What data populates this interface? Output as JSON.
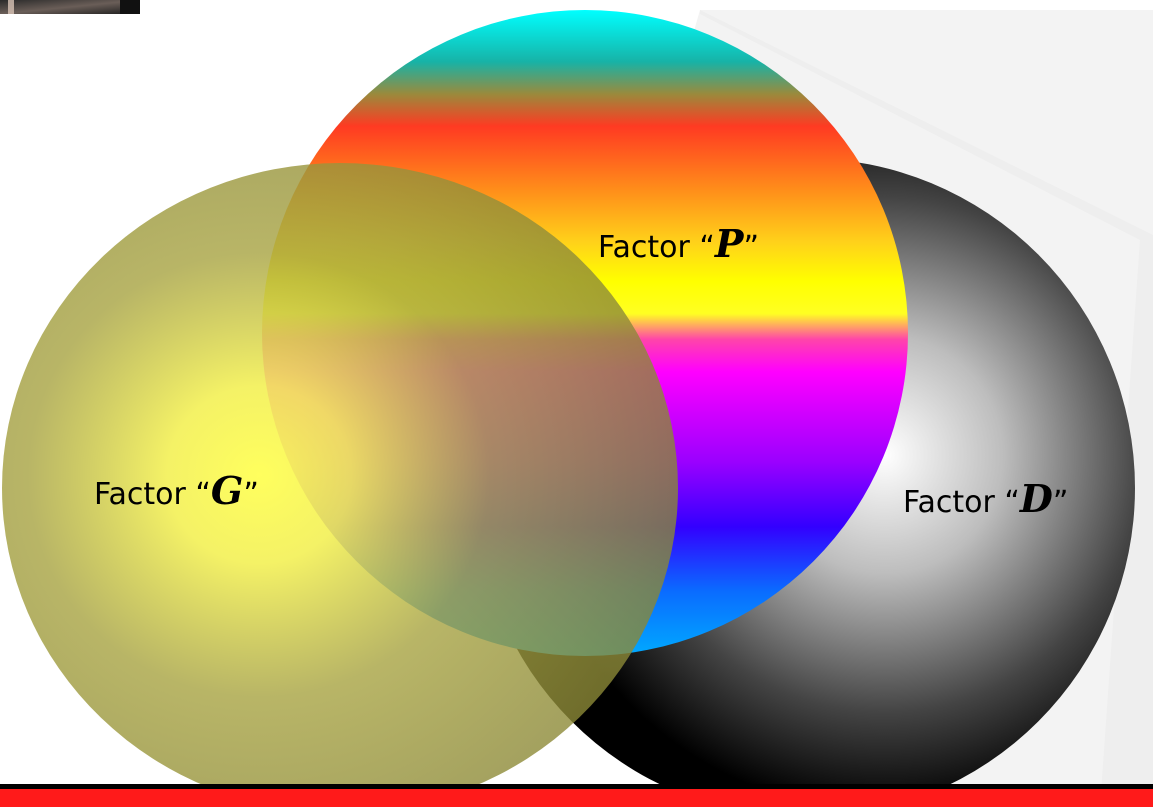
{
  "factors": [
    {
      "id": "g",
      "prefix": "Factor “",
      "letter": "G",
      "suffix": "”"
    },
    {
      "id": "p",
      "prefix": "Factor “",
      "letter": "P",
      "suffix": "”"
    },
    {
      "id": "d",
      "prefix": "Factor “",
      "letter": "D",
      "suffix": "”"
    }
  ],
  "colors": {
    "footer_bar": "#ff1a1a",
    "footer_line": "#000000",
    "g_circle": "#8f8c38",
    "g_glow": "#ffff55",
    "d_circle": "#000000",
    "d_highlight": "#ffffff",
    "background_shape": "#f2f2f2"
  },
  "icons": {
    "corner_photo": "portrait-photo-thumbnail"
  }
}
